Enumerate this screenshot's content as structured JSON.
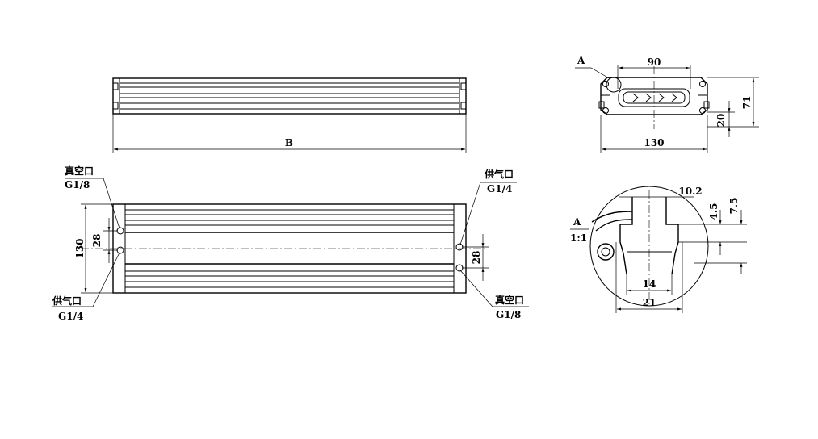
{
  "top_view": {
    "length_label": "B"
  },
  "front_view": {
    "vacuum_port_left": {
      "name": "真空口",
      "spec": "G1/8"
    },
    "air_port_left": {
      "name": "供气口",
      "spec": "G1/4"
    },
    "air_port_right": {
      "name": "供气口",
      "spec": "G1/4"
    },
    "vacuum_port_right": {
      "name": "真空口",
      "spec": "G1/8"
    },
    "height_dim": "130",
    "left_spacing_dim": "28",
    "right_spacing_dim": "28"
  },
  "section_view": {
    "detail_label": "A",
    "width_top_dim": "90",
    "width_bottom_dim": "130",
    "height_dim": "71",
    "lower_height_dim": "20"
  },
  "detail_view": {
    "label": "A",
    "scale": "1:1",
    "slot_dim": "10.2",
    "depth_small_dim": "4.5",
    "depth_large_dim": "7.5",
    "inner_width_dim": "14",
    "outer_width_dim": "21"
  }
}
